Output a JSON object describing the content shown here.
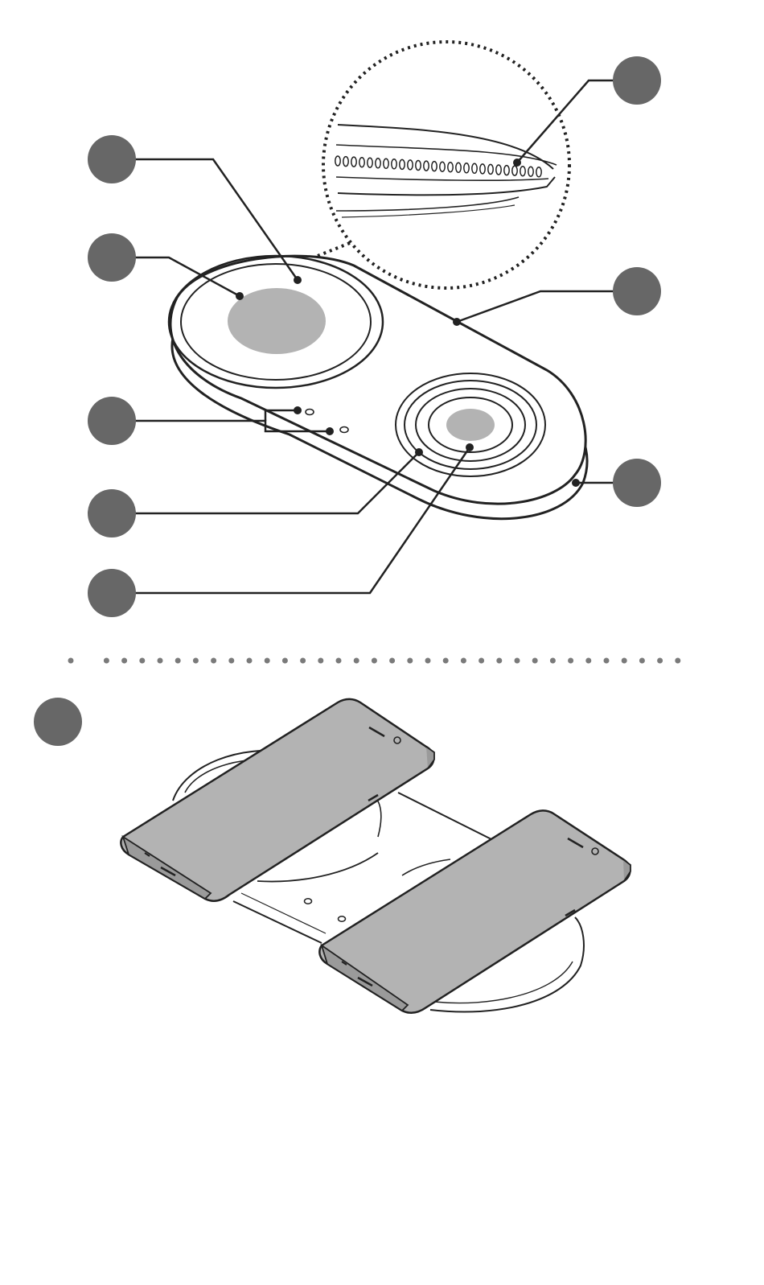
{
  "colors": {
    "ink": "#222222",
    "callout_fill": "#676767",
    "highlight_gray": "#b3b3b3",
    "separator_dot": "#7a7a7a",
    "background": "#ffffff"
  },
  "callouts": [
    {
      "id": "charging-surface-left",
      "label": ""
    },
    {
      "id": "coil-area-left",
      "label": ""
    },
    {
      "id": "indicator-lights",
      "label": ""
    },
    {
      "id": "charging-surface-right",
      "label": ""
    },
    {
      "id": "coil-area-right",
      "label": ""
    },
    {
      "id": "ventilation-holes",
      "label": ""
    },
    {
      "id": "top-edge",
      "label": ""
    },
    {
      "id": "side-port",
      "label": ""
    },
    {
      "id": "usage-step",
      "label": ""
    }
  ],
  "icons": [
    "charger-pad-icon",
    "smartphone-icon",
    "ventilation-detail-icon"
  ]
}
